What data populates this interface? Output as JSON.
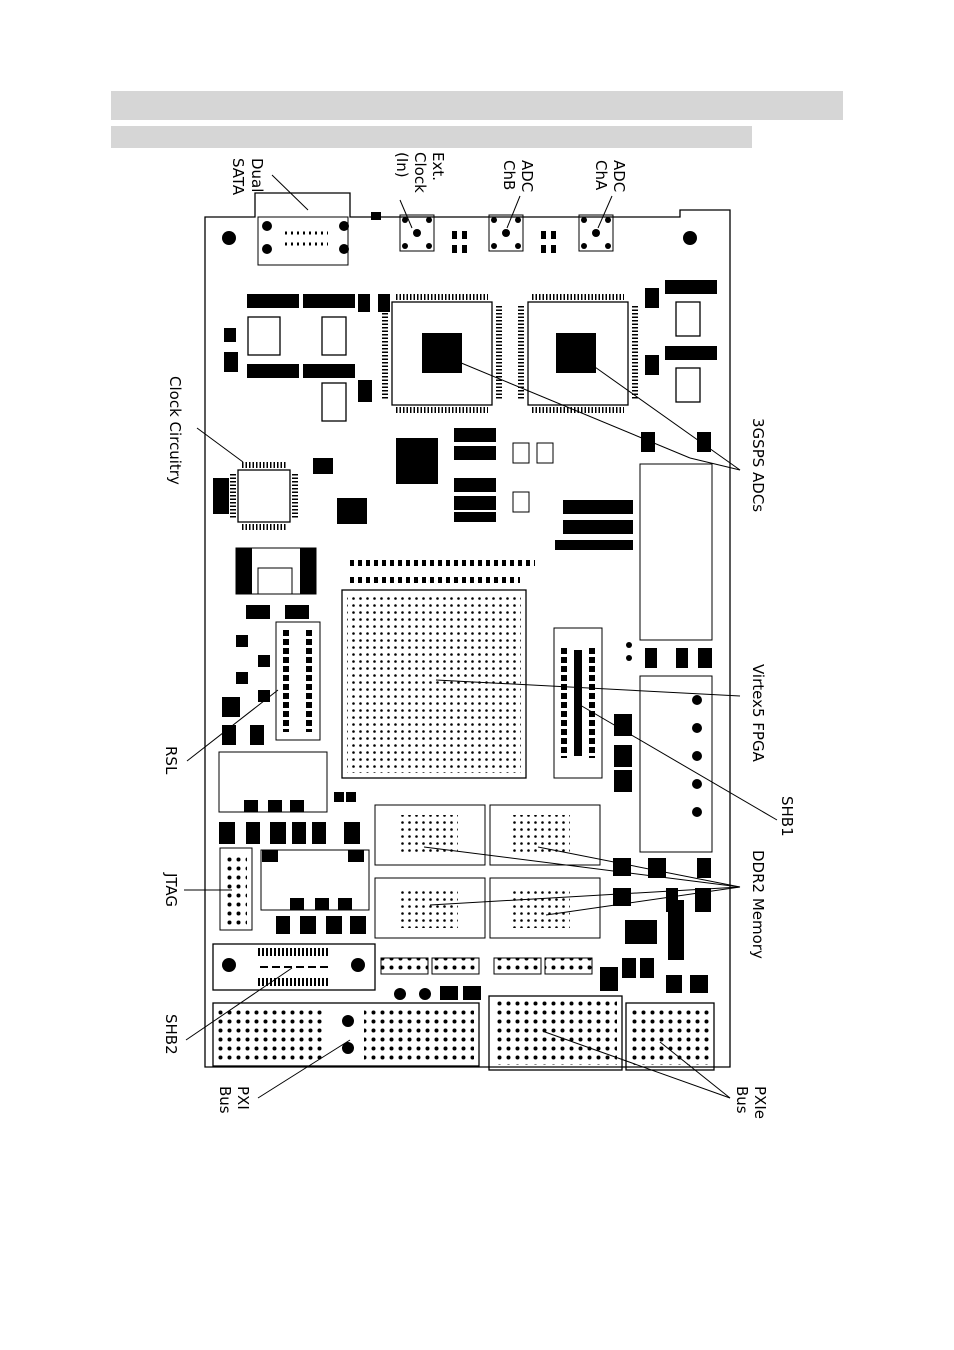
{
  "labels": {
    "dual_sata": [
      "Dual",
      "SATA"
    ],
    "ext_clock": [
      "Ext.",
      "Clock",
      "(In)"
    ],
    "adc_chb": [
      "ADC",
      "ChB"
    ],
    "adc_cha": [
      "ADC",
      "ChA"
    ],
    "clock_circuitry": "Clock Circuitry",
    "adcs": "3GSPS ADCs",
    "fpga": "Virtex5 FPGA",
    "rsl": "RSL",
    "shb1": "SHB1",
    "ddr2": "DDR2 Memory",
    "jtag": "JTAG",
    "shb2": "SHB2",
    "pxi_bus": [
      "PXI",
      "Bus"
    ],
    "pxie_bus": [
      "PXIe",
      "Bus"
    ]
  }
}
